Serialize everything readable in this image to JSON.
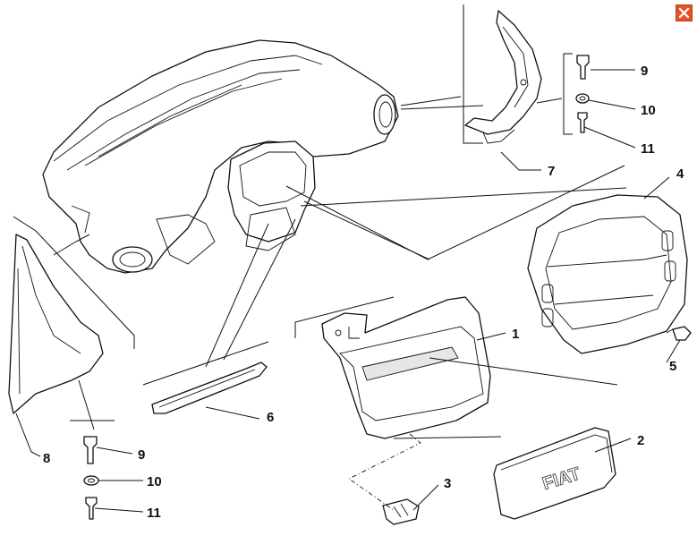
{
  "window": {
    "close_icon": "close-x-icon",
    "accent_color": "#e8522a"
  },
  "diagram": {
    "callouts": [
      {
        "id": "callout-1",
        "text": "1"
      },
      {
        "id": "callout-2",
        "text": "2"
      },
      {
        "id": "callout-3",
        "text": "3"
      },
      {
        "id": "callout-4",
        "text": "4"
      },
      {
        "id": "callout-5",
        "text": "5"
      },
      {
        "id": "callout-6",
        "text": "6"
      },
      {
        "id": "callout-7",
        "text": "7"
      },
      {
        "id": "callout-8",
        "text": "8"
      },
      {
        "id": "callout-9-top",
        "text": "9"
      },
      {
        "id": "callout-10-top",
        "text": "10"
      },
      {
        "id": "callout-11-top",
        "text": "11"
      },
      {
        "id": "callout-9-bottom",
        "text": "9"
      },
      {
        "id": "callout-10-bottom",
        "text": "10"
      },
      {
        "id": "callout-11-bottom",
        "text": "11"
      }
    ],
    "badge_text": "FIAT"
  }
}
